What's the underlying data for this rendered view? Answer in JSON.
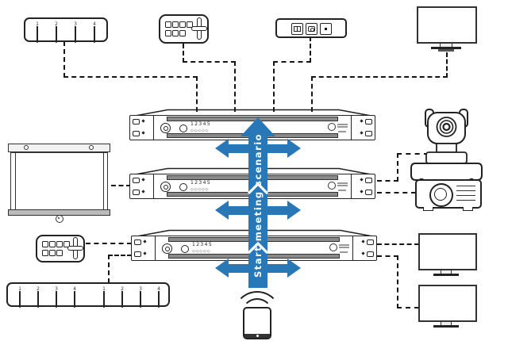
{
  "colors": {
    "arrow_blue": "#2878b8",
    "line_dark": "#151515"
  },
  "arrow": {
    "label": "Start meeting scenario"
  },
  "top_switch": {
    "ports": [
      "1",
      "2",
      "3",
      "4"
    ]
  },
  "bottom_strip": {
    "ports": [
      "1",
      "2",
      "3",
      "4",
      "1",
      "2",
      "3",
      "4"
    ]
  },
  "racks": [
    {
      "channels": "12345",
      "indicators": "◇◇◇◇◇"
    },
    {
      "channels": "12345",
      "indicators": "◇◇◇◇◇"
    },
    {
      "channels": "12345",
      "indicators": "◇◇◇◇◇"
    }
  ]
}
